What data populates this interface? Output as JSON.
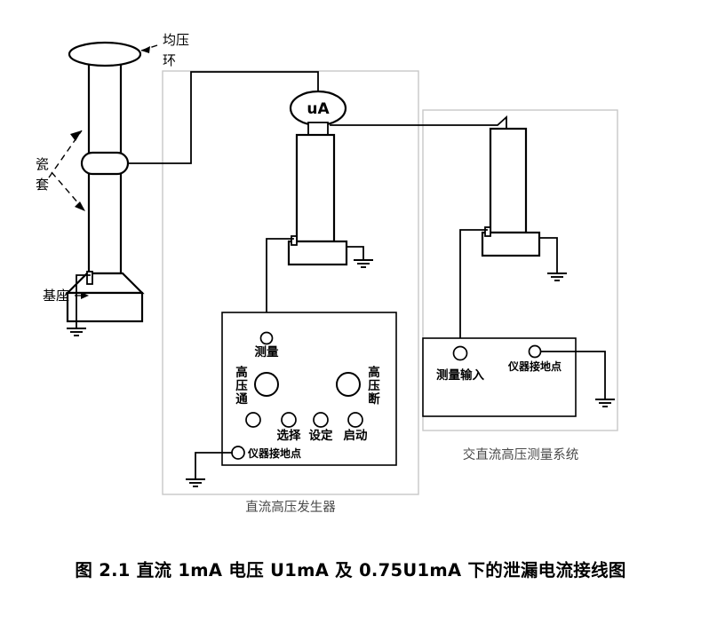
{
  "figure": {
    "caption": "图 2.1  直流 1mA 电压 U1mA 及 0.75U1mA 下的泄漏电流接线图",
    "caption_number": "图 2.1"
  },
  "annotations": {
    "grading_ring": "均压\n环",
    "grading_ring_line1": "均压",
    "grading_ring_line2": "环",
    "porcelain_sleeve_line1": "瓷",
    "porcelain_sleeve_line2": "套",
    "base": "基座"
  },
  "meter": {
    "label": "uA"
  },
  "groups": [
    {
      "id": "dc-hv-generator",
      "label": "直流高压发生器"
    },
    {
      "id": "ac-dc-hv-measurement-system",
      "label": "交直流高压测量系统"
    }
  ],
  "generator_panel": {
    "ports": {
      "measure": "测量",
      "hv_on_line1": "高",
      "hv_on_line2": "压",
      "hv_on_line3": "通",
      "hv_off_line1": "高",
      "hv_off_line2": "压",
      "hv_off_line3": "断",
      "select": "选择",
      "set": "设定",
      "start": "启动",
      "instrument_ground": "仪器接地点"
    }
  },
  "measurement_panel": {
    "ports": {
      "measure_input": "测量输入",
      "instrument_ground": "仪器接地点"
    }
  },
  "colors": {
    "line": "#000000",
    "group_box": "#c8c8c8",
    "group_label": "#4a4a4a",
    "background": "#ffffff"
  }
}
